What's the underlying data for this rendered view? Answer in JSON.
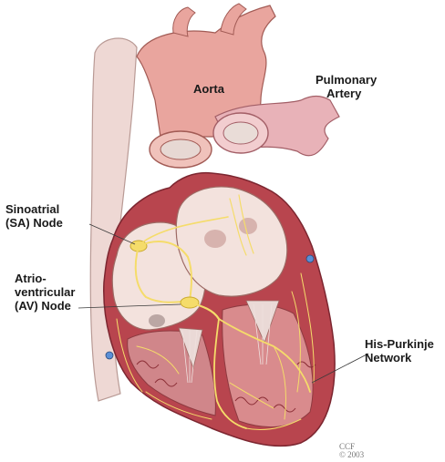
{
  "labels": {
    "aorta": "Aorta",
    "pulmonary_artery": [
      "Pulmonary",
      "Artery"
    ],
    "sa_node": [
      "Sinoatrial",
      "(SA) Node"
    ],
    "av_node": [
      "Atrio-",
      "ventricular",
      "(AV) Node"
    ],
    "his_purkinje": [
      "His-Purkinje",
      "Network"
    ]
  },
  "credit": [
    "CCF",
    "© 2003"
  ],
  "colors": {
    "aorta": "#e9a59e",
    "pulmonary_artery": "#e8b2b8",
    "vena_cava": "#eed8d4",
    "myocardium": "#b8454e",
    "chamber_interior": "#f3e2dd",
    "conduction": "#f5dc6a"
  }
}
